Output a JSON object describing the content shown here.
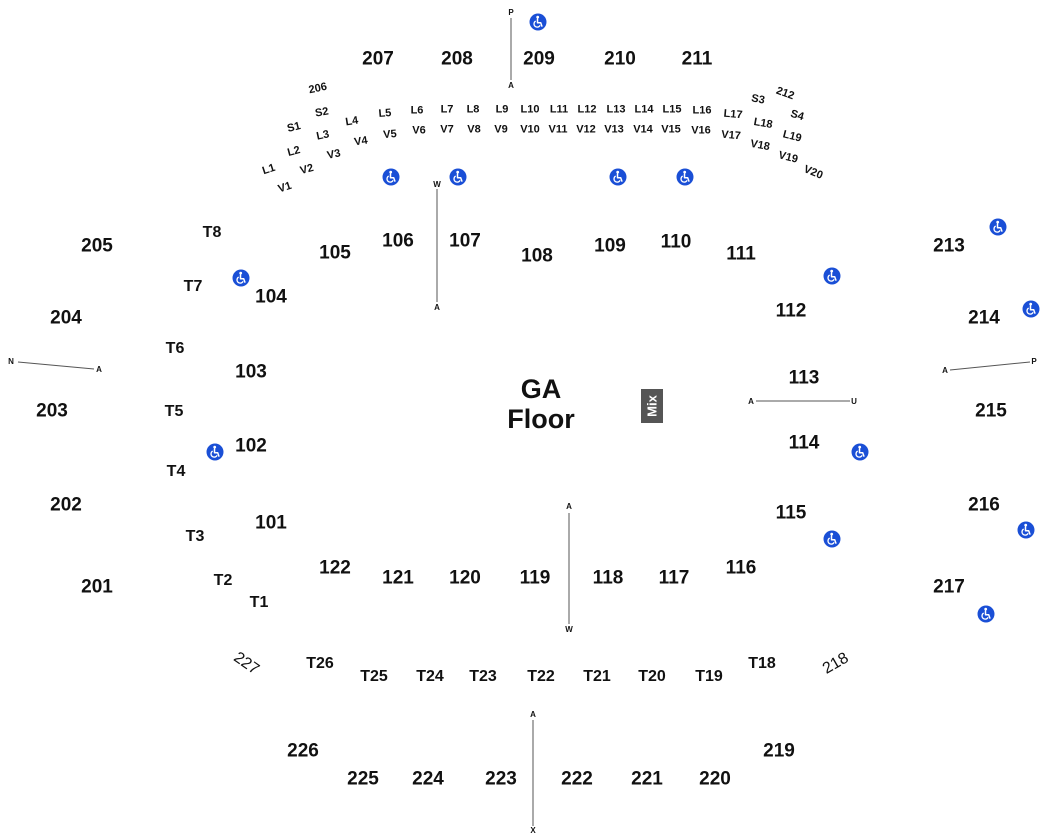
{
  "colors": {
    "accessible": "#1a4fd6",
    "mix_board": "#555555",
    "text": "#111111",
    "line": "#555555"
  },
  "floor": {
    "line1": "GA",
    "line2": "Floor",
    "mix_label": "Mix"
  },
  "sections_200": [
    "207",
    "208",
    "209",
    "210",
    "211",
    "205",
    "204",
    "203",
    "202",
    "201",
    "213",
    "214",
    "215",
    "216",
    "217",
    "226",
    "225",
    "224",
    "223",
    "222",
    "221",
    "220",
    "219",
    "212",
    "206",
    "227",
    "218"
  ],
  "sections_100": [
    "106",
    "107",
    "108",
    "109",
    "110",
    "111",
    "105",
    "104",
    "103",
    "102",
    "101",
    "112",
    "113",
    "114",
    "115",
    "122",
    "121",
    "120",
    "119",
    "118",
    "117",
    "116"
  ],
  "sections_t": [
    "T8",
    "T7",
    "T6",
    "T5",
    "T4",
    "T3",
    "T2",
    "T1",
    "T26",
    "T25",
    "T24",
    "T23",
    "T22",
    "T21",
    "T20",
    "T19",
    "T18"
  ],
  "sections_s": [
    "S1",
    "S2",
    "S3",
    "S4"
  ],
  "sections_l": [
    "L1",
    "L2",
    "L3",
    "L4",
    "L5",
    "L6",
    "L7",
    "L8",
    "L9",
    "L10",
    "L11",
    "L12",
    "L13",
    "L14",
    "L15",
    "L16",
    "L17",
    "L18",
    "L19"
  ],
  "sections_v": [
    "V1",
    "V2",
    "V3",
    "V4",
    "V5",
    "V6",
    "V7",
    "V8",
    "V9",
    "V10",
    "V11",
    "V12",
    "V13",
    "V14",
    "V15",
    "V16",
    "V17",
    "V18",
    "V19",
    "V20"
  ],
  "aisle_markers": {
    "top_p": "P",
    "top_a": "A",
    "west_w": "W",
    "west_a": "A",
    "left_n": "N",
    "left_a": "A",
    "right_a": "A",
    "right_p": "P",
    "mid_a": "A",
    "mid_u": "U",
    "south_a": "A",
    "south_w": "W",
    "bottom_a": "A",
    "bottom_x": "X"
  },
  "icons": {
    "accessible": "wheelchair-icon"
  }
}
